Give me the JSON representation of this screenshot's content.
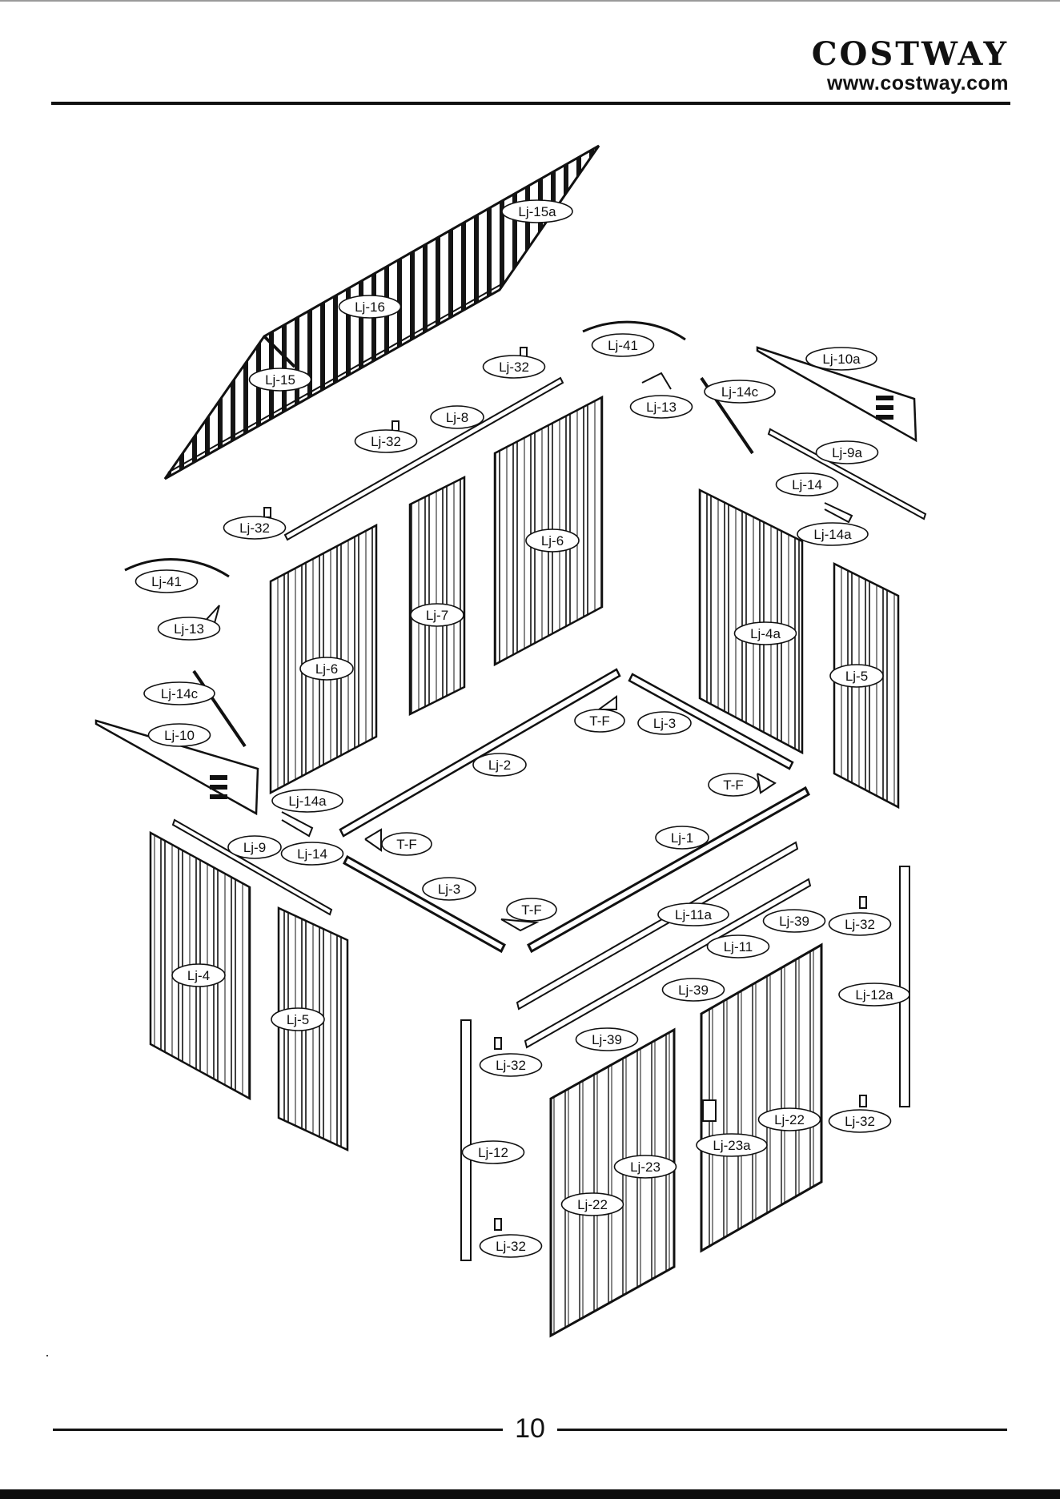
{
  "header": {
    "brand": "COSTWAY",
    "url": "www.costway.com"
  },
  "footer": {
    "page_number": "10"
  },
  "parts": {
    "lj15a": "Lj-15a",
    "lj16": "Lj-16",
    "lj15": "Lj-15",
    "lj32_a": "Lj-32",
    "lj32_b": "Lj-32",
    "lj32_c": "Lj-32",
    "lj32_d": "Lj-32",
    "lj32_e": "Lj-32",
    "lj32_f": "Lj-32",
    "lj32_g": "Lj-32",
    "lj8": "Lj-8",
    "lj41_a": "Lj-41",
    "lj41_b": "Lj-41",
    "lj13_a": "Lj-13",
    "lj13_b": "Lj-13",
    "lj14c_a": "Lj-14c",
    "lj14c_b": "Lj-14c",
    "lj10a": "Lj-10a",
    "lj10": "Lj-10",
    "lj9a": "Lj-9a",
    "lj9": "Lj-9",
    "lj14_a": "Lj-14",
    "lj14_b": "Lj-14",
    "lj14a_a": "Lj-14a",
    "lj14a_b": "Lj-14a",
    "lj6_a": "Lj-6",
    "lj6_b": "Lj-6",
    "lj7": "Lj-7",
    "lj4a": "Lj-4a",
    "lj4": "Lj-4",
    "lj5_a": "Lj-5",
    "lj5_b": "Lj-5",
    "tf_a": "T-F",
    "tf_b": "T-F",
    "tf_c": "T-F",
    "tf_d": "T-F",
    "lj3_a": "Lj-3",
    "lj3_b": "Lj-3",
    "lj2": "Lj-2",
    "lj1": "Lj-1",
    "lj11a": "Lj-11a",
    "lj11": "Lj-11",
    "lj39_a": "Lj-39",
    "lj39_b": "Lj-39",
    "lj39_c": "Lj-39",
    "lj12a": "Lj-12a",
    "lj12": "Lj-12",
    "lj22_a": "Lj-22",
    "lj22_b": "Lj-22",
    "lj23a": "Lj-23a",
    "lj23": "Lj-23"
  }
}
